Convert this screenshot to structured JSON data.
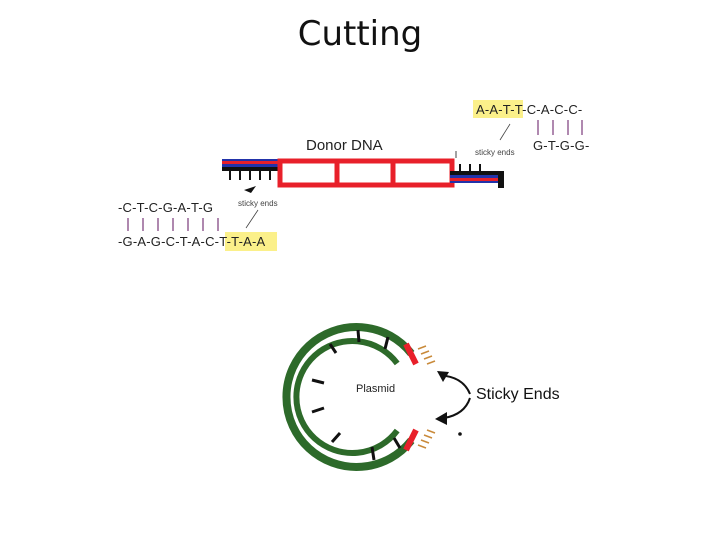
{
  "title": "Cutting",
  "donor_dna_label": "Donor DNA",
  "top_right": {
    "seq_top": "A-A-T-T-C-A-C-C-",
    "seq_bottom": "G-T-G-G-",
    "sticky_label": "sticky ends"
  },
  "bottom_left": {
    "seq_top": "-C-T-C-G-A-T-G",
    "seq_bottom": "-G-A-G-C-T-A-C-T-T-A-A",
    "sticky_label": "sticky ends"
  },
  "plasmid_label": "Plasmid",
  "sticky_ends_label": "Sticky Ends",
  "colors": {
    "red": "#e8202a",
    "blue": "#2233aa",
    "green": "#2d6a2a",
    "black": "#111111",
    "highlight": "#fbf08a"
  }
}
